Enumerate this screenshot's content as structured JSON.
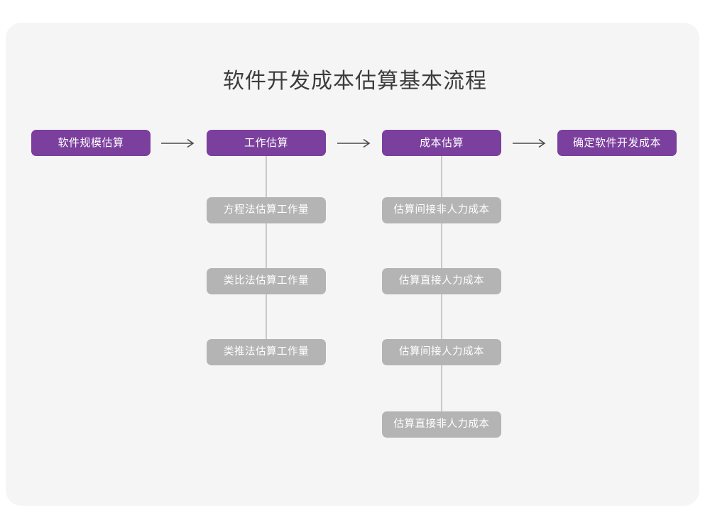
{
  "diagram": {
    "title": "软件开发成本估算基本流程",
    "colors": {
      "card_background": "#f5f5f5",
      "page_background": "#ffffff",
      "primary_node": "#7b3f9d",
      "secondary_node": "#b4b4b4",
      "connector_line": "#c9c9c9",
      "arrow": "#4a4a4a",
      "title_text": "#3c3c3c",
      "node_text": "#ffffff"
    },
    "main_flow": [
      {
        "id": "step-1",
        "label": "软件规模估算"
      },
      {
        "id": "step-2",
        "label": "工作估算"
      },
      {
        "id": "step-3",
        "label": "成本估算"
      },
      {
        "id": "step-4",
        "label": "确定软件开发成本"
      }
    ],
    "arrows": [
      {
        "id": "arrow-1",
        "glyph": "⟶",
        "from": "step-1",
        "to": "step-2"
      },
      {
        "id": "arrow-2",
        "glyph": "⟶",
        "from": "step-2",
        "to": "step-3"
      },
      {
        "id": "arrow-3",
        "glyph": "⟶",
        "from": "step-3",
        "to": "step-4"
      }
    ],
    "sub_flows": [
      {
        "parent": "step-2",
        "items": [
          {
            "id": "work-1",
            "label": "方程法估算工作量"
          },
          {
            "id": "work-2",
            "label": "类比法估算工作量"
          },
          {
            "id": "work-3",
            "label": "类推法估算工作量"
          }
        ]
      },
      {
        "parent": "step-3",
        "items": [
          {
            "id": "cost-1",
            "label": "估算间接非人力成本"
          },
          {
            "id": "cost-2",
            "label": "估算直接人力成本"
          },
          {
            "id": "cost-3",
            "label": "估算间接人力成本"
          },
          {
            "id": "cost-4",
            "label": "估算直接非人力成本"
          }
        ]
      }
    ]
  }
}
